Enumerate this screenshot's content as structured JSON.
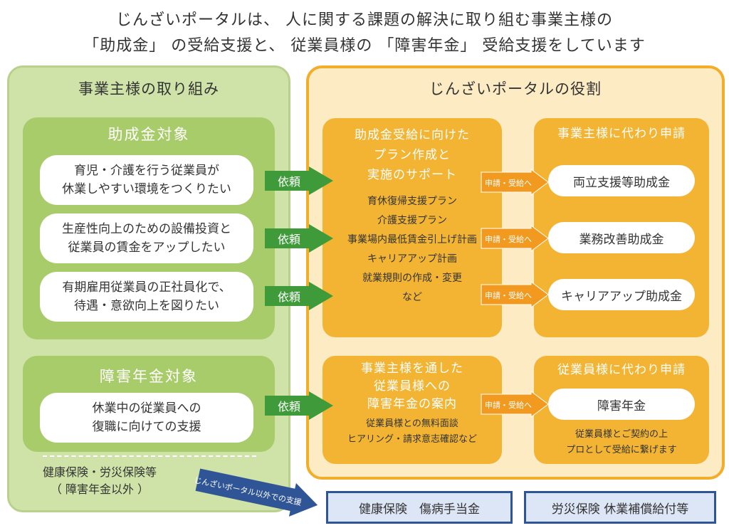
{
  "header": {
    "line1": "じんざいポータルは、 人に関する課題の解決に取り組む事業主様の",
    "line2": "「助成金」 の受給支援と、 従業員様の 「障害年金」 受給支援をしています"
  },
  "left": {
    "title": "事業主様の取り組み",
    "subsidy_section": {
      "title": "助成金対象",
      "items": [
        {
          "line1": "育児・介護を行う従業員が",
          "line2": "休業しやすい環境をつくりたい"
        },
        {
          "line1": "生産性向上のための設備投資と",
          "line2": "従業員の賃金をアップしたい"
        },
        {
          "line1": "有期雇用従業員の正社員化で、",
          "line2": "待遇・意欲向上を図りたい"
        }
      ]
    },
    "pension_section": {
      "title": "障害年金対象",
      "item": {
        "line1": "休業中の従業員への",
        "line2": "復職に向けての支援"
      }
    },
    "note": {
      "line1": "健康保険・労災保険等",
      "line2": "（ 障害年金以外 ）"
    }
  },
  "right": {
    "title": "じんざいポータルの役割",
    "subsidy_support": {
      "title_lines": [
        "助成金受給に向けた",
        "プラン作成と",
        "実施のサポート"
      ],
      "list": [
        "育休復帰支援プラン",
        "介護支援プラン",
        "事業場内最低賃金引上げ計画",
        "キャリアアップ計画",
        "就業規則の作成・変更",
        "など"
      ]
    },
    "employer_apply": {
      "title": "事業主様に代わり申請",
      "items": [
        "両立支援等助成金",
        "業務改善助成金",
        "キャリアアップ助成金"
      ]
    },
    "pension_support": {
      "title_lines": [
        "事業主様を通した",
        "従業員様への",
        "障害年金の案内"
      ],
      "list": [
        "従業員様との無料面談",
        "ヒアリング・請求意志確認など"
      ]
    },
    "employee_apply": {
      "title": "従業員様に代わり申請",
      "item": "障害年金",
      "desc_lines": [
        "従業員様とご契約の上",
        "プロとして受給に繋げます"
      ]
    }
  },
  "arrows": {
    "request_label": "依頼",
    "apply_label": "申請・受給へ",
    "external_label": "じんざいポータル以外での支援"
  },
  "bottom": {
    "box1": "健康保険　傷病手当金",
    "box2": "労災保険 休業補償給付等"
  },
  "colors": {
    "green_panel": "#cfe3a8",
    "green_section": "#a9cc6b",
    "arrow_green": "#3f9a3a",
    "orange": "#f2b432",
    "orange_border": "#f2ad2b",
    "orange_panel": "#fcebc3",
    "blue": "#2f5597",
    "blue_fill": "#dde6f6"
  }
}
